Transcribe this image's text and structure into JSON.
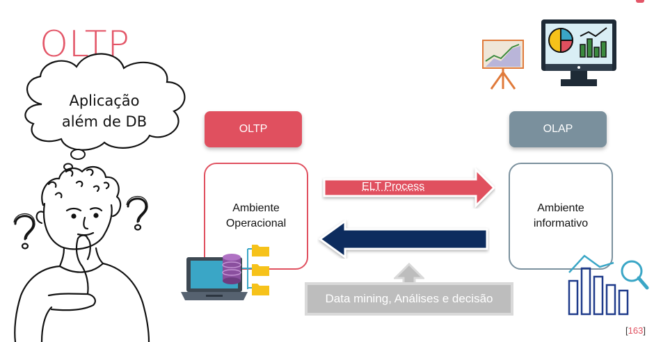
{
  "slide": {
    "title": "OLTP",
    "page_number": "163"
  },
  "thought_bubble": {
    "line1": "Aplicação",
    "line2": "além de DB"
  },
  "left_system": {
    "header": "OLTP",
    "body_line1": "Ambiente",
    "body_line2": "Operacional"
  },
  "right_system": {
    "header": "OLAP",
    "body_line1": "Ambiente",
    "body_line2": "informativo"
  },
  "arrows": {
    "elt_label": "ELT Process"
  },
  "data_mining": {
    "label": "Data mining, Análises e decisão"
  },
  "colors": {
    "oltp_red": "#e0505f",
    "olap_gray": "#7a909d",
    "navy_arrow": "#0d2c5e",
    "light_gray_box": "#bdbdbd"
  },
  "icons": [
    "thinking-person-illustration",
    "thought-cloud",
    "question-mark-icon",
    "laptop-database-icon",
    "folder-icon",
    "presentation-board-icon",
    "monitor-dashboard-icon",
    "bar-chart-magnifier-icon"
  ]
}
